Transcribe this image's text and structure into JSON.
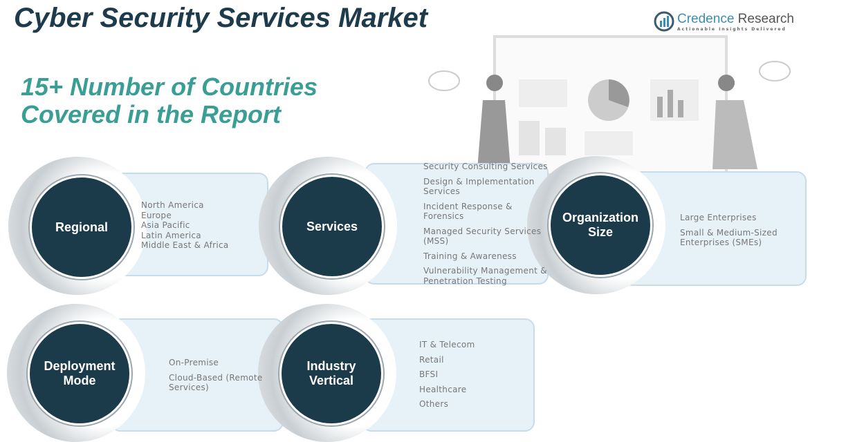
{
  "title": "Cyber Security Services Market",
  "subtitle_line1": "15+ Number of Countries",
  "subtitle_line2": "Covered in the Report",
  "logo": {
    "name_a": "Credence",
    "name_b": " Research",
    "tagline": "Actionable Insights Delivered"
  },
  "segments": [
    {
      "label": "Regional",
      "items": [
        "North America",
        "Europe",
        "Asia Pacific",
        "Latin America",
        "Middle East & Africa"
      ]
    },
    {
      "label": "Services",
      "items": [
        "Security Consulting Services",
        "Design & Implementation Services",
        "Incident Response & Forensics",
        "Managed Security Services (MSS)",
        "Training & Awareness",
        "Vulnerability Management & Penetration Testing"
      ]
    },
    {
      "label": "Organization Size",
      "items": [
        "Large Enterprises",
        "Small & Medium-Sized Enterprises (SMEs)"
      ]
    },
    {
      "label": "Deployment Mode",
      "items": [
        "On-Premise",
        "Cloud-Based (Remote Services)"
      ]
    },
    {
      "label": "Industry Vertical",
      "items": [
        "IT & Telecom",
        "Retail",
        "BFSI",
        "Healthcare",
        "Others"
      ]
    }
  ],
  "colors": {
    "circle": "#1b3a4a",
    "card": "#e6f1f8",
    "accent": "#3a9e94"
  }
}
